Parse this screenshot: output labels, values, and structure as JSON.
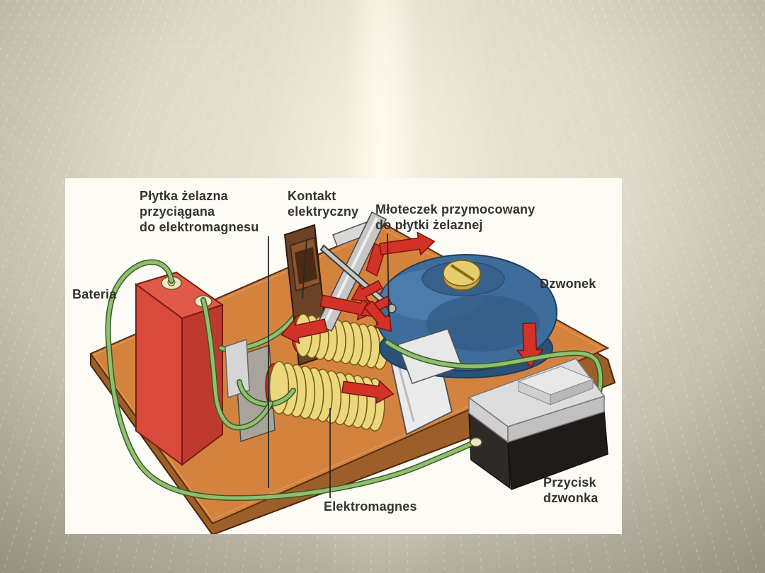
{
  "slide": {
    "background": {
      "base_center": "#efead9",
      "base_corner": "#8b8775",
      "beam": "#fdf8e7",
      "stitch": "#ffffff"
    }
  },
  "diagram": {
    "labels": {
      "plytka": {
        "line1": "Płytka żelazna",
        "line2": "przyciągana",
        "line3": "do elektromagnesu"
      },
      "kontakt": {
        "line1": "Kontakt",
        "line2": "elektryczny"
      },
      "mloteczek": {
        "line1": "Młoteczek przymocowany",
        "line2": "do płytki żelaznej"
      },
      "bateria": {
        "text": "Bateria"
      },
      "dzwonek": {
        "text": "Dzwonek"
      },
      "elektromagnes": {
        "text": "Elektromagnes"
      },
      "przycisk": {
        "line1": "Przycisk",
        "line2": "dzwonka"
      }
    },
    "colors": {
      "board_top": "#d4833f",
      "board_side": "#a86128",
      "battery_red": "#d9493c",
      "wire_green": "#8fbf70",
      "wire_outline": "#3a5a20",
      "coil_yellow": "#ecd87c",
      "coil_line": "#7a5a18",
      "bell_blue": "#3e6d9c",
      "screw_yellow": "#e6cd6d",
      "arrow_red": "#d23228",
      "metal_gray": "#c6c6c6",
      "contact_brown": "#6b4226",
      "box_dark": "#2e2a28",
      "button_light": "#e8e8e8"
    }
  }
}
